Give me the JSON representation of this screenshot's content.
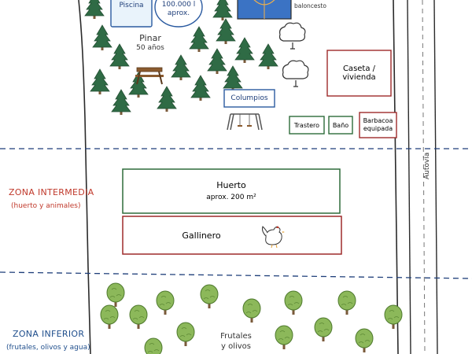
{
  "labels": {
    "pool": "Piscina",
    "tank_line1": "100.000 l",
    "tank_line2": "aprox.",
    "court": "baloncesto",
    "pine_line1": "Pinar",
    "pine_line2": "50 años",
    "swings": "Columpios",
    "house_line1": "Caseta /",
    "house_line2": "vivienda",
    "storage": "Trastero",
    "bath": "Baño",
    "bbq_line1": "Barbacoa",
    "bbq_line2": "equipada",
    "road": "Autovía",
    "garden_line1": "Huerto",
    "garden_line2": "aprox. 200 m²",
    "henhouse": "Gallinero",
    "orchard_line1": "Frutales",
    "orchard_line2": "y olivos"
  },
  "zones": {
    "middle_title": "ZONA INTERMEDIA",
    "middle_sub": "(huerto y animales)",
    "lower_title": "ZONA INFERIOR",
    "lower_sub": "(frutales, olivos y agua)"
  },
  "colors": {
    "boundary": "#2b2b2b",
    "dashed": "#1f3f7a",
    "green_box": "#2e6b3a",
    "red_box": "#9e2a2a",
    "blue_box": "#2a5aa0",
    "pine": "#2f6b45",
    "fruit": "#7aa84a",
    "zone_red": "#c0392b",
    "zone_blue": "#1f4e8c"
  },
  "icons": [
    "pine-tree-icon",
    "fruit-tree-icon",
    "deciduous-tree-icon",
    "picnic-table-icon",
    "swing-set-icon",
    "hen-icon"
  ]
}
